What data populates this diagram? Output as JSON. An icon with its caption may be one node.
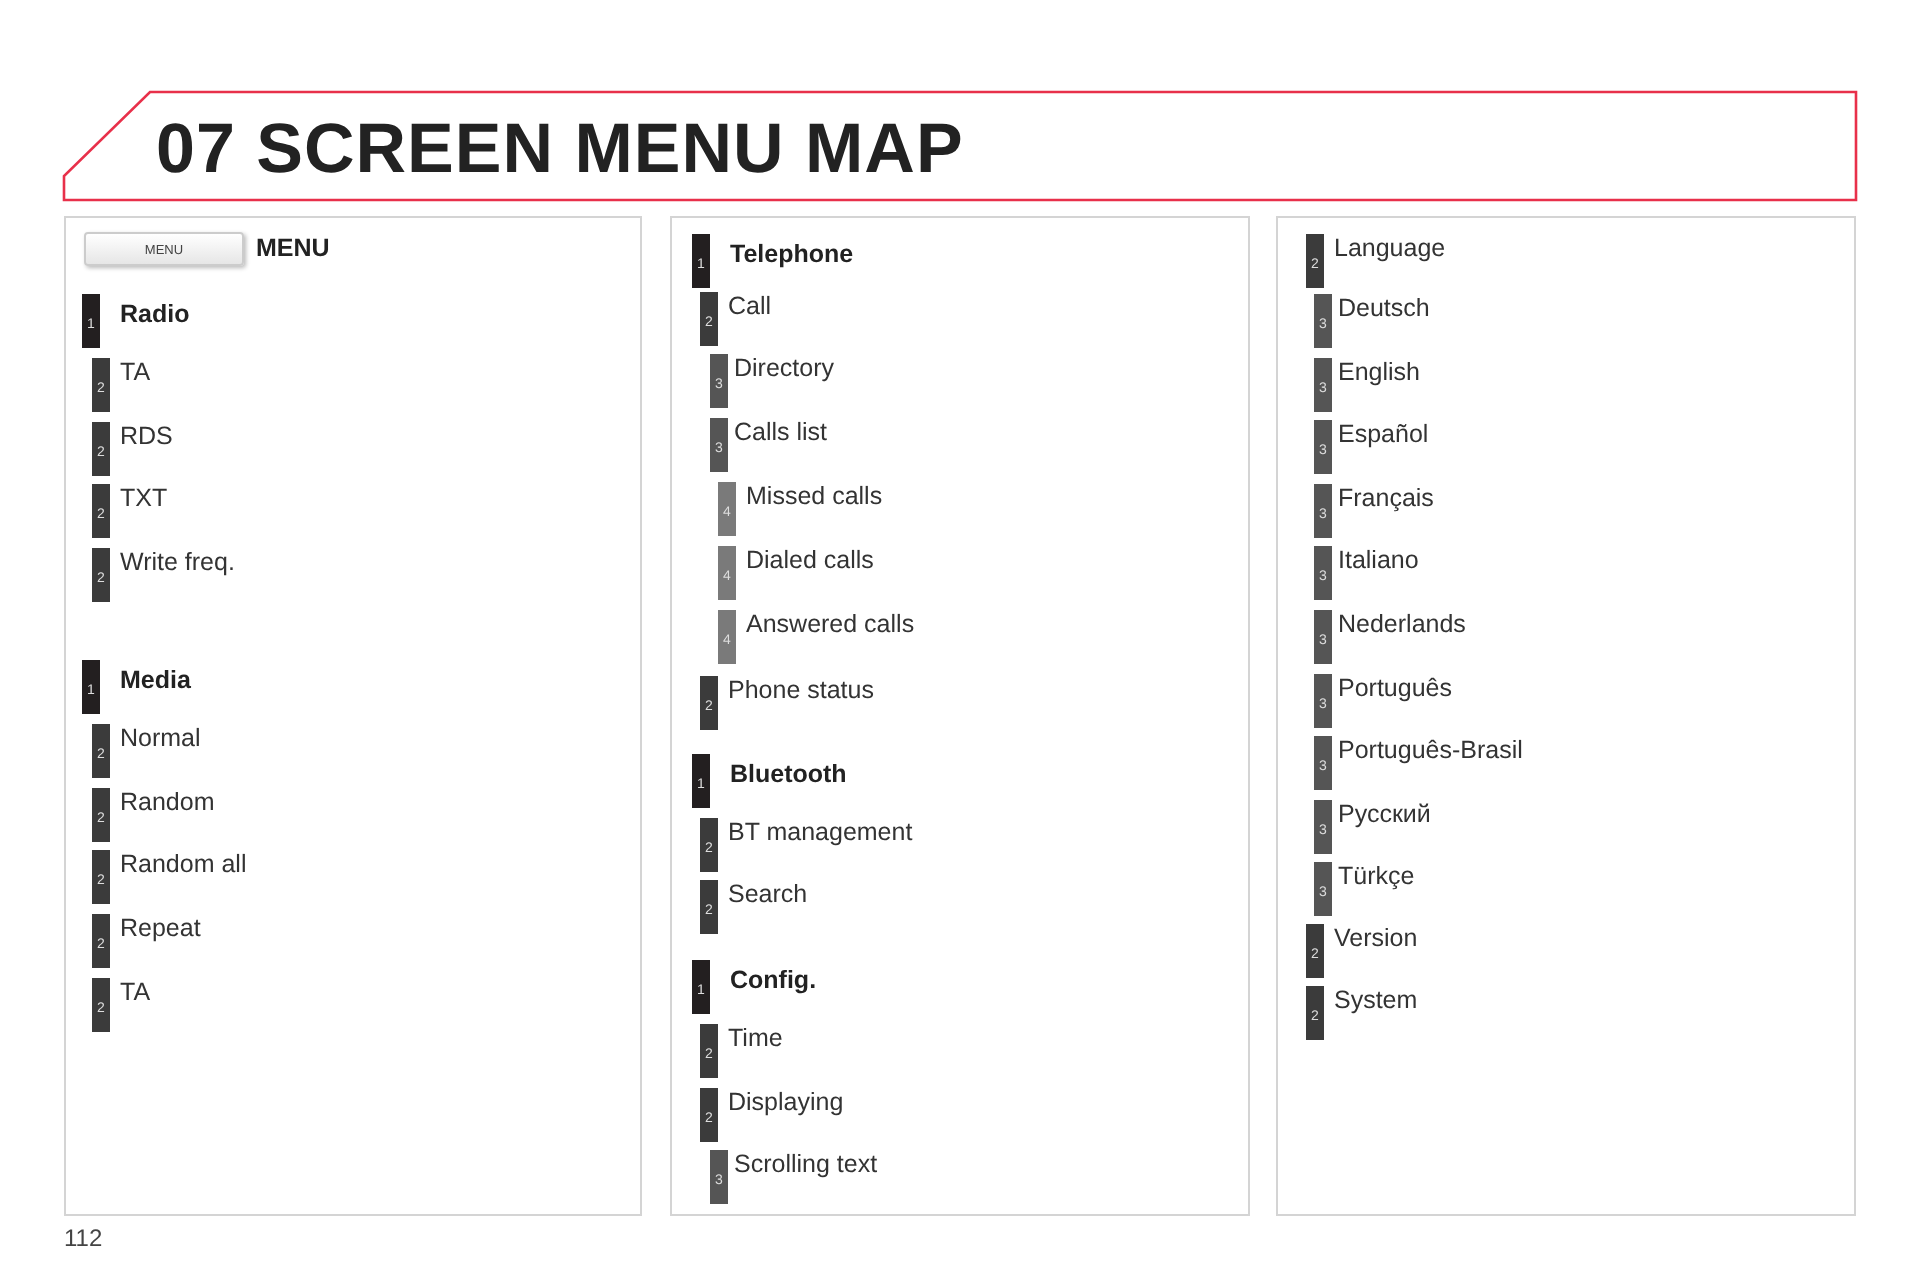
{
  "diagram": {
    "title": "07 SCREEN MENU MAP",
    "nodes": [
      {
        "text": [],
        "shape": "box"
      },
      {
        "text": [
          "MENU"
        ],
        "beside": [
          "MENU"
        ],
        "in": 0
      },
      {
        "text": [
          "1"
        ],
        "beside": [
          "Radio"
        ],
        "in": 0
      },
      {
        "text": [
          "2"
        ],
        "beside": [
          "TA"
        ],
        "in": 0
      },
      {
        "text": [
          "2"
        ],
        "beside": [
          "RDS"
        ],
        "in": 0
      },
      {
        "text": [
          "2"
        ],
        "beside": [
          "TXT"
        ],
        "in": 0
      },
      {
        "text": [
          "2"
        ],
        "beside": [
          "Write freq."
        ],
        "in": 0
      },
      {
        "text": [
          "1"
        ],
        "beside": [
          "Media"
        ],
        "in": 0
      },
      {
        "text": [
          "2"
        ],
        "beside": [
          "Normal"
        ],
        "in": 0
      },
      {
        "text": [
          "2"
        ],
        "beside": [
          "Random"
        ],
        "in": 0
      },
      {
        "text": [
          "2"
        ],
        "beside": [
          "Random all"
        ],
        "in": 0
      },
      {
        "text": [
          "2"
        ],
        "beside": [
          "Repeat"
        ],
        "in": 0
      },
      {
        "text": [
          "2"
        ],
        "beside": [
          "TA"
        ],
        "in": 0
      },
      {
        "text": [],
        "shape": "box"
      },
      {
        "text": [
          "1"
        ],
        "beside": [
          "Telephone"
        ],
        "in": 13
      },
      {
        "text": [
          "2"
        ],
        "beside": [
          "Call"
        ],
        "in": 13
      },
      {
        "text": [
          "3"
        ],
        "beside": [
          "Directory"
        ],
        "in": 13
      },
      {
        "text": [
          "3"
        ],
        "beside": [
          "Calls list"
        ],
        "in": 13
      },
      {
        "text": [
          "4"
        ],
        "beside": [
          "Missed calls"
        ],
        "in": 13
      },
      {
        "text": [
          "4"
        ],
        "beside": [
          "Dialed calls"
        ],
        "in": 13
      },
      {
        "text": [
          "4"
        ],
        "beside": [
          "Answered calls"
        ],
        "in": 13
      },
      {
        "text": [
          "2"
        ],
        "beside": [
          "Phone status"
        ],
        "in": 13
      },
      {
        "text": [
          "1"
        ],
        "beside": [
          "Bluetooth"
        ],
        "in": 13
      },
      {
        "text": [
          "2"
        ],
        "beside": [
          "BT management"
        ],
        "in": 13
      },
      {
        "text": [
          "2"
        ],
        "beside": [
          "Search"
        ],
        "in": 13
      },
      {
        "text": [
          "1"
        ],
        "beside": [
          "Config."
        ],
        "in": 13
      },
      {
        "text": [
          "2"
        ],
        "beside": [
          "Time"
        ],
        "in": 13
      },
      {
        "text": [
          "2"
        ],
        "beside": [
          "Displaying"
        ],
        "in": 13
      },
      {
        "text": [
          "3"
        ],
        "beside": [
          "Scrolling text"
        ],
        "in": 13
      },
      {
        "text": [],
        "shape": "box"
      },
      {
        "text": [
          "2"
        ],
        "beside": [
          "Language"
        ],
        "in": 29
      },
      {
        "text": [
          "3"
        ],
        "beside": [
          "Deutsch"
        ],
        "in": 29
      },
      {
        "text": [
          "3"
        ],
        "beside": [
          "English"
        ],
        "in": 29
      },
      {
        "text": [
          "3"
        ],
        "beside": [
          "Español"
        ],
        "in": 29
      },
      {
        "text": [
          "3"
        ],
        "beside": [
          "Français"
        ],
        "in": 29
      },
      {
        "text": [
          "3"
        ],
        "beside": [
          "Italiano"
        ],
        "in": 29
      },
      {
        "text": [
          "3"
        ],
        "beside": [
          "Nederlands"
        ],
        "in": 29
      },
      {
        "text": [
          "3"
        ],
        "beside": [
          "Português"
        ],
        "in": 29
      },
      {
        "text": [
          "3"
        ],
        "beside": [
          "Português-Brasil"
        ],
        "in": 29
      },
      {
        "text": [
          "3"
        ],
        "beside": [
          "Русский"
        ],
        "in": 29
      },
      {
        "text": [
          "3"
        ],
        "beside": [
          "Türkçe"
        ],
        "in": 29
      },
      {
        "text": [
          "2"
        ],
        "beside": [
          "Version"
        ],
        "in": 29
      },
      {
        "text": [
          "2"
        ],
        "beside": [
          "System"
        ],
        "in": 29
      }
    ],
    "labels": [
      "112"
    ]
  }
}
